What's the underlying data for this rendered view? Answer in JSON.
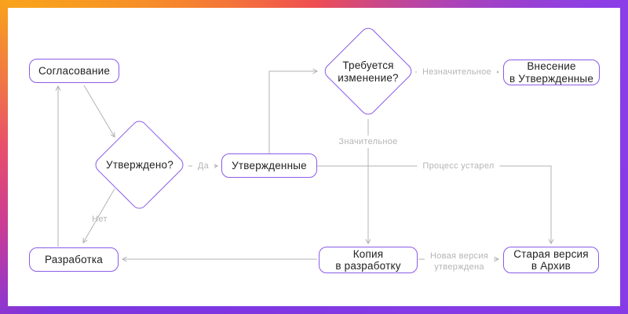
{
  "diagram": {
    "type": "flowchart",
    "nodes": {
      "soglasovanie": {
        "label": "Согласование",
        "shape": "rect"
      },
      "utverzhdeno": {
        "label": "Утверждено?",
        "shape": "diamond"
      },
      "utverzhdennye": {
        "label": "Утвержденные",
        "shape": "rect"
      },
      "trebuetsya": {
        "label": "Требуется изменение?",
        "lines": [
          "Требуется",
          "изменение?"
        ],
        "shape": "diamond"
      },
      "vnesenie": {
        "label": "Внесение в Утвержденные",
        "lines": [
          "Внесение",
          "в Утвержденные"
        ],
        "shape": "rect"
      },
      "razrabotka": {
        "label": "Разработка",
        "shape": "rect"
      },
      "kopiya": {
        "label": "Копия в разработку",
        "lines": [
          "Копия",
          "в разработку"
        ],
        "shape": "rect"
      },
      "staraya": {
        "label": "Старая версия в Архив",
        "lines": [
          "Старая версия",
          "в Архив"
        ],
        "shape": "rect"
      }
    },
    "edges": [
      {
        "from": "soglasovanie",
        "to": "utverzhdeno",
        "label": ""
      },
      {
        "from": "utverzhdeno",
        "to": "utverzhdennye",
        "label": "Да"
      },
      {
        "from": "utverzhdeno",
        "to": "razrabotka",
        "label": "Нет"
      },
      {
        "from": "razrabotka",
        "to": "soglasovanie",
        "label": ""
      },
      {
        "from": "utverzhdennye",
        "to": "trebuetsya",
        "label": ""
      },
      {
        "from": "trebuetsya",
        "to": "vnesenie",
        "label": "Незначительное"
      },
      {
        "from": "trebuetsya",
        "to": "kopiya",
        "label": "Значительное"
      },
      {
        "from": "utverzhdennye",
        "to": "staraya",
        "label": "Процесс устарел"
      },
      {
        "from": "kopiya",
        "to": "staraya",
        "label": "Новая версия утверждена",
        "label_lines": [
          "Новая версия",
          "утверждена"
        ]
      },
      {
        "from": "kopiya",
        "to": "razrabotka",
        "label": ""
      }
    ],
    "edge_labels": {
      "da": "Да",
      "net": "Нет",
      "neznachitelnoe": "Незначительное",
      "znachitelnoe": "Значительное",
      "process_ustarel": "Процесс устарел",
      "novaya_versiya_line1": "Новая версия",
      "novaya_versiya_line2": "утверждена"
    },
    "colors": {
      "node_border": "#8A5BE8",
      "node_text": "#212121",
      "edge_line": "#B3B3B3",
      "edge_label_text": "#B5B5B5",
      "canvas_background": "#FFFFFF",
      "frame_gradient": [
        "#F9A21C",
        "#EF4E52",
        "#C93C96",
        "#7C35E0",
        "#8B3EE8"
      ]
    }
  }
}
